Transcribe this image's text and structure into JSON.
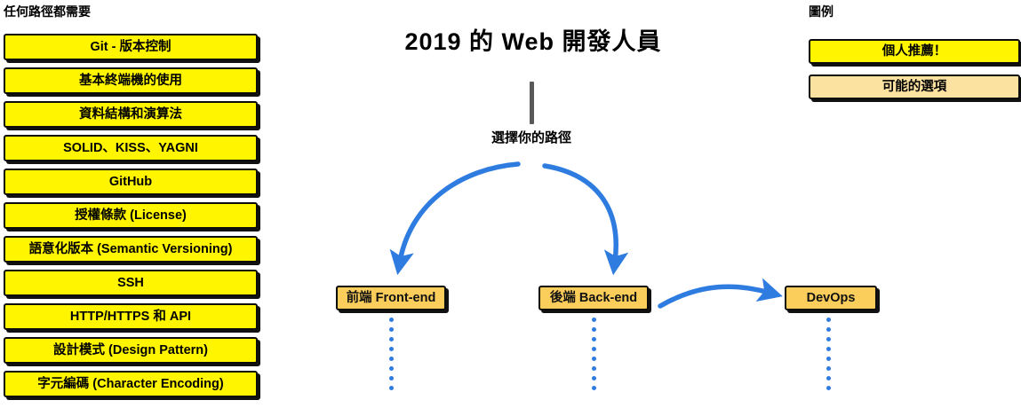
{
  "colors": {
    "recommended_fill": "#FFF500",
    "optional_fill": "#FCE2A0",
    "node_fill": "#FBCE5B",
    "border": "#0C0C0C",
    "arrow_blue": "#2F7CE0",
    "stem_gray": "#595959",
    "background": "#FFFFFF"
  },
  "left_column": {
    "heading": "任何路徑都需要",
    "items": [
      {
        "label": "Git - 版本控制"
      },
      {
        "label": "基本終端機的使用"
      },
      {
        "label": "資料結構和演算法"
      },
      {
        "label": "SOLID、KISS、YAGNI"
      },
      {
        "label": "GitHub"
      },
      {
        "label": "授權條款 (License)"
      },
      {
        "label": "語意化版本 (Semantic Versioning)"
      },
      {
        "label": "SSH"
      },
      {
        "label": "HTTP/HTTPS 和 API"
      },
      {
        "label": "設計模式 (Design Pattern)"
      },
      {
        "label": "字元編碼 (Character Encoding)"
      }
    ]
  },
  "center": {
    "title": "2019 的 Web 開發人員",
    "choose_path_label": "選擇你的路徑",
    "nodes": [
      {
        "label": "前端 Front-end"
      },
      {
        "label": "後端 Back-end"
      },
      {
        "label": "DevOps"
      }
    ],
    "connectors": [
      {
        "from": "root",
        "to": "前端 Front-end",
        "style": "curved-arrow"
      },
      {
        "from": "root",
        "to": "後端 Back-end",
        "style": "curved-arrow"
      },
      {
        "from": "後端 Back-end",
        "to": "DevOps",
        "style": "curved-arrow"
      }
    ],
    "trail_dot_count": 8
  },
  "legend": {
    "heading": "圖例",
    "items": [
      {
        "label": "個人推薦！",
        "swatch": "#FFF500"
      },
      {
        "label": "可能的選項",
        "swatch": "#FCE2A0"
      }
    ]
  }
}
